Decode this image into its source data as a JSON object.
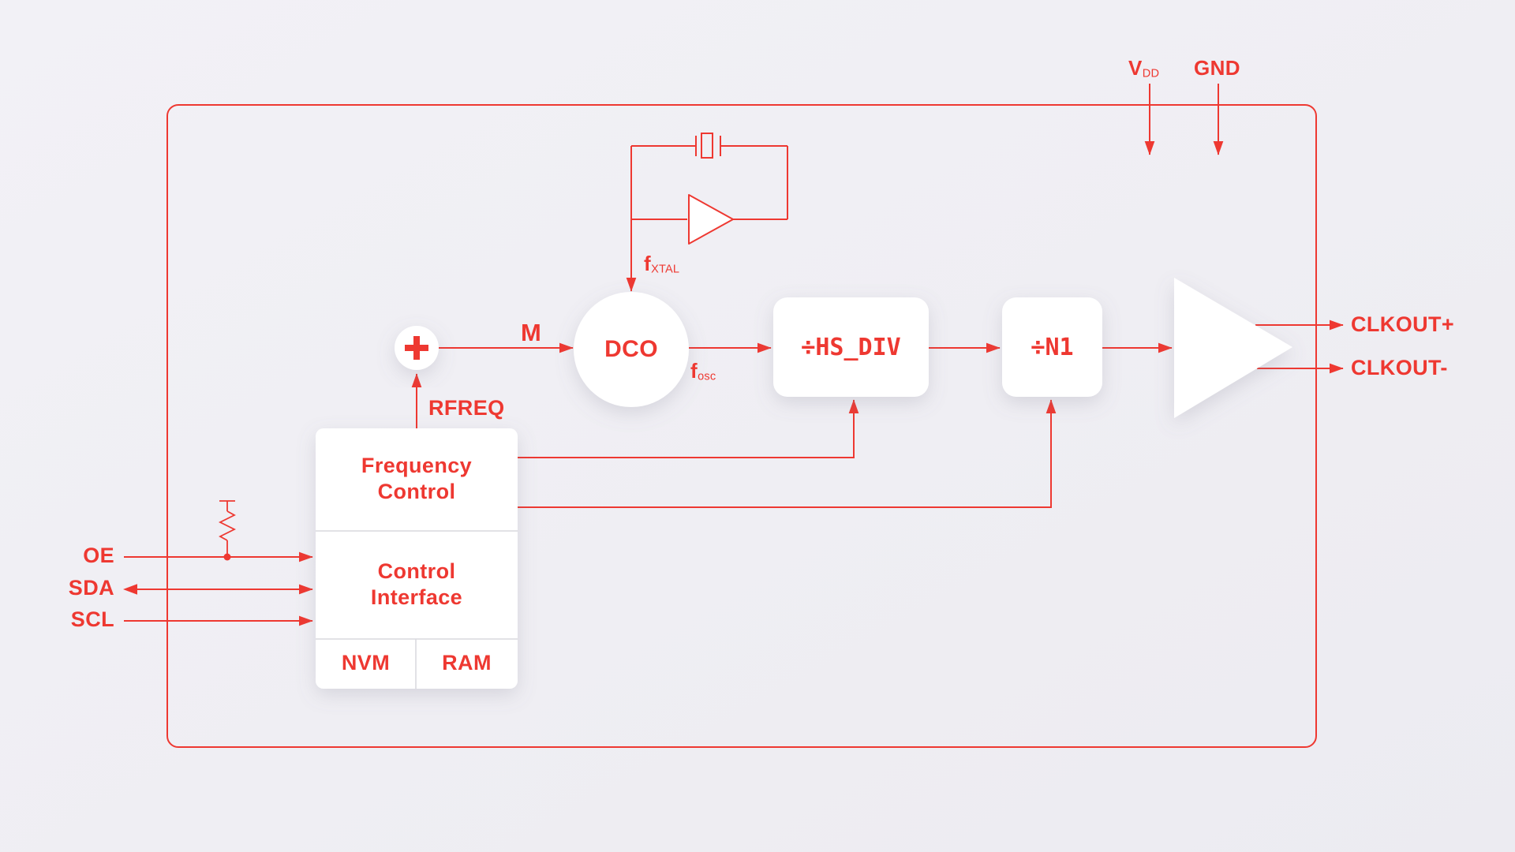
{
  "colors": {
    "red": "#ee3831",
    "background": "#f0eff4",
    "box": "#ffffff",
    "divider": "#d9d9de"
  },
  "pins": {
    "vdd": {
      "base": "V",
      "sub": "DD"
    },
    "gnd": "GND",
    "oe": "OE",
    "sda": "SDA",
    "scl": "SCL",
    "clkout_plus": "CLKOUT+",
    "clkout_minus": "CLKOUT-"
  },
  "signals": {
    "fxtal": {
      "base": "f",
      "sub": "XTAL"
    },
    "fosc": {
      "base": "f",
      "sub": "osc"
    },
    "m": "M",
    "rfreq": "RFREQ",
    "sum": "+"
  },
  "blocks": {
    "dco": "DCO",
    "hs_div": "÷HS_DIV",
    "n1": "÷N1",
    "frequency_control": {
      "line1": "Frequency",
      "line2": "Control"
    },
    "control_interface": {
      "line1": "Control",
      "line2": "Interface"
    },
    "nvm": "NVM",
    "ram": "RAM"
  }
}
